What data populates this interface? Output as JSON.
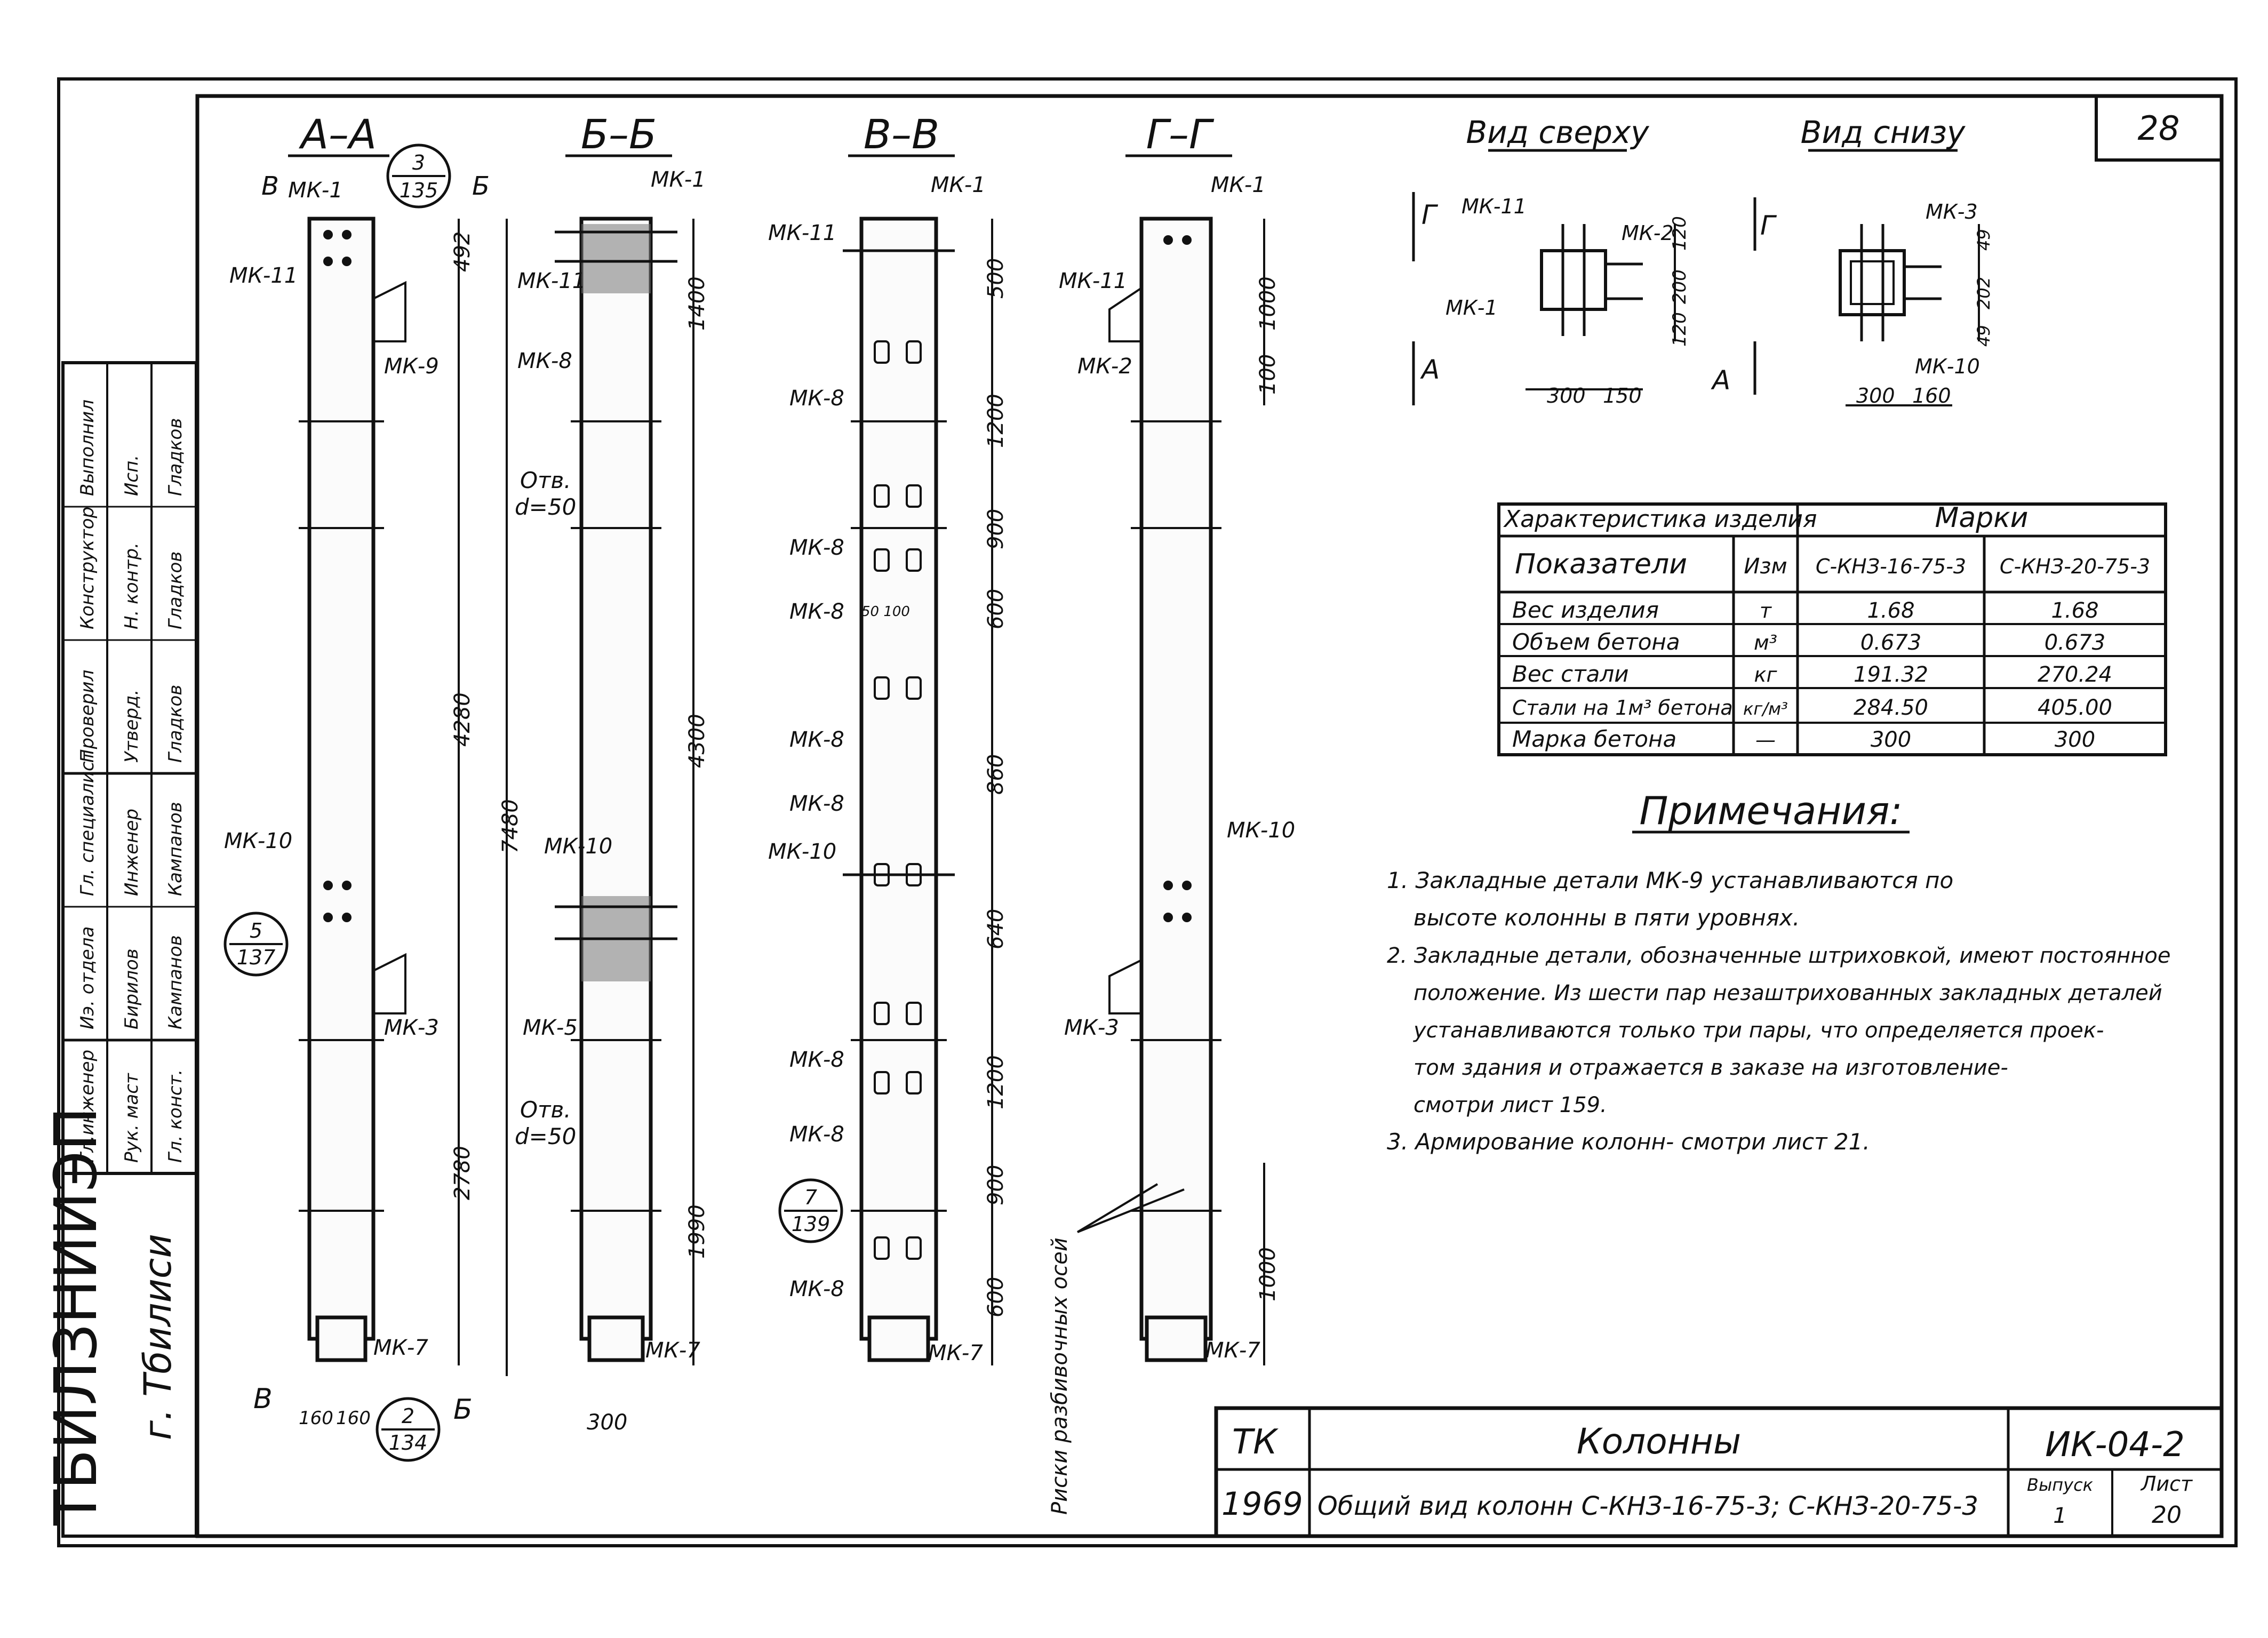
{
  "sheet_number": "28",
  "sections": {
    "aa": {
      "title": "А–А",
      "marks": [
        "МК-1",
        "МК-11",
        "МК-9",
        "МК-10",
        "МК-3",
        "МК-7"
      ],
      "dims": [
        "492",
        "4280",
        "2780",
        "7480",
        "160",
        "160"
      ],
      "callout_top": {
        "num": "3",
        "den": "135"
      },
      "callout_mid": {
        "num": "5",
        "den": "137"
      },
      "callout_bottom": {
        "num": "2",
        "den": "134"
      },
      "letter_b": "Б",
      "letter_v": "В",
      "letter_v_bottom": "В",
      "letter_b_bottom": "Б"
    },
    "bb": {
      "title": "Б–Б",
      "marks": [
        "МК-1",
        "МК-11",
        "МК-8",
        "МК-10",
        "МК-5",
        "МК-7"
      ],
      "dims": [
        "1400",
        "4300",
        "1990",
        "300"
      ],
      "hole_label": "Отв.",
      "hole_dia": "d=50",
      "hole_label_2": "Отв.",
      "hole_dia_2": "d=50"
    },
    "vv": {
      "title": "В–В",
      "marks": [
        "МК-1",
        "МК-11",
        "МК-8",
        "МК-8",
        "МК-8",
        "МК-8",
        "МК-8",
        "МК-10",
        "МК-8",
        "МК-8",
        "МК-8",
        "МК-7"
      ],
      "dims": [
        "500",
        "1200",
        "900",
        "600",
        "860",
        "640",
        "1200",
        "900",
        "600"
      ],
      "callout": {
        "num": "7",
        "den": "139"
      },
      "note_small": "50 100"
    },
    "gg": {
      "title": "Г–Г",
      "marks": [
        "МК-1",
        "МК-11",
        "МК-2",
        "МК-10",
        "МК-3",
        "МК-7"
      ],
      "dims": [
        "1000",
        "100",
        "1000"
      ],
      "axis_risk": "Риски разбивочных осей"
    }
  },
  "top_view": {
    "title": "Вид сверху",
    "marks": [
      "МК-11",
      "МК-2",
      "МК-1"
    ],
    "dims_h": [
      "300",
      "150"
    ],
    "dims_v": [
      "120",
      "200",
      "120"
    ],
    "letter_g": "Г",
    "letter_a": "А"
  },
  "bottom_view": {
    "title": "Вид снизу",
    "marks": [
      "МК-3",
      "МК-10"
    ],
    "dims_h": [
      "300",
      "160"
    ],
    "dims_v": [
      "49",
      "202",
      "49"
    ],
    "letter_g": "Г",
    "letter_a": "А"
  },
  "spec_table": {
    "header_char": "Характеристика изделия",
    "header_marks": "Марки",
    "col_indicator": "Показатели",
    "col_unit": "Изм",
    "col_m1": "С-КНЗ-16-75-3",
    "col_m2": "С-КНЗ-20-75-3",
    "rows": [
      {
        "name": "Вес изделия",
        "unit": "т",
        "v1": "1.68",
        "v2": "1.68"
      },
      {
        "name": "Объем бетона",
        "unit": "м³",
        "v1": "0.673",
        "v2": "0.673"
      },
      {
        "name": "Вес стали",
        "unit": "кг",
        "v1": "191.32",
        "v2": "270.24"
      },
      {
        "name": "Стали на 1м³ бетона",
        "unit": "кг/м³",
        "v1": "284.50",
        "v2": "405.00"
      },
      {
        "name": "Марка бетона",
        "unit": "—",
        "v1": "300",
        "v2": "300"
      }
    ]
  },
  "notes": {
    "title": "Примечания:",
    "lines": [
      "1. Закладные детали МК-9 устанавливаются по",
      "высоте колонны в пяти уровнях.",
      "2. Закладные детали, обозначенные штриховкой, имеют постоянное",
      "положение. Из шести пар незаштрихованных закладных деталей",
      "устанавливаются только три пары, что определяется проек-",
      "том здания и отражается в заказе на изготовление-",
      "смотри лист 159.",
      "3. Армирование колонн- смотри лист 21."
    ]
  },
  "title_block": {
    "tk": "ТК",
    "year": "1969",
    "name": "Колонны",
    "description": "Общий вид колонн С-КНЗ-16-75-3; С-КНЗ-20-75-3",
    "code": "ИК-04-2",
    "vypusk_label": "Выпуск",
    "vypusk": "1",
    "list_label": "Лист",
    "list": "20"
  },
  "org": {
    "name": "ТБИЛЗНИИЭП",
    "city": "г. Тбилиси"
  },
  "stamp_rows": [
    [
      "Гл.инженер",
      "Иэ. отдела",
      "Гл. специалист",
      "Проверил",
      "Конструктор",
      "Выполнил"
    ],
    [
      "Рук. маст",
      "Бирилов",
      "Инженер",
      "Утверд.",
      "Н. контр.",
      "Исп."
    ],
    [
      "Гл. конст.",
      "Кампанов",
      "Кампанов",
      "Гладков",
      "Гладков",
      "Гладков"
    ]
  ]
}
